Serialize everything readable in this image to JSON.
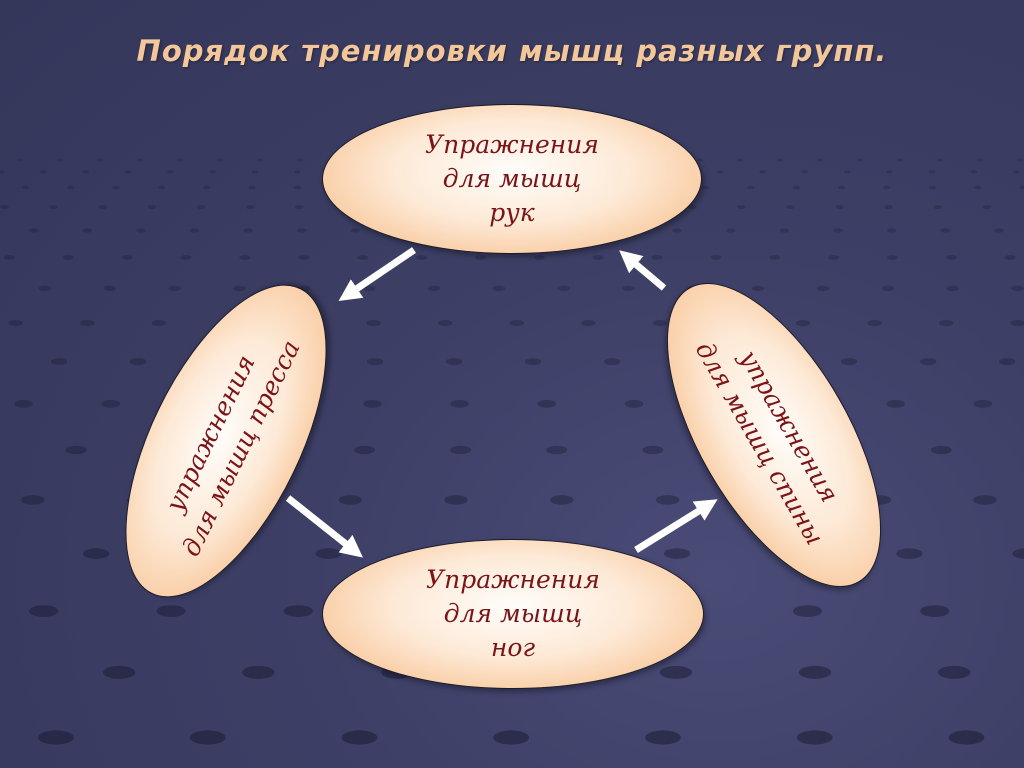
{
  "title": "Порядок тренировки мышц разных групп.",
  "nodes": {
    "arms": "Упражнения\nдля мышц\nрук",
    "abs": "упражнения\nдля мышц пресса",
    "back": "упражнения\nдля мышц спины",
    "legs": "Упражнения\nдля мышц\nног"
  },
  "colors": {
    "title": "#f3c79a",
    "node_text": "#7a1418",
    "arrow": "#ffffff",
    "background": "#3d3f66"
  },
  "flow": [
    "arms",
    "abs",
    "legs",
    "back",
    "arms"
  ]
}
